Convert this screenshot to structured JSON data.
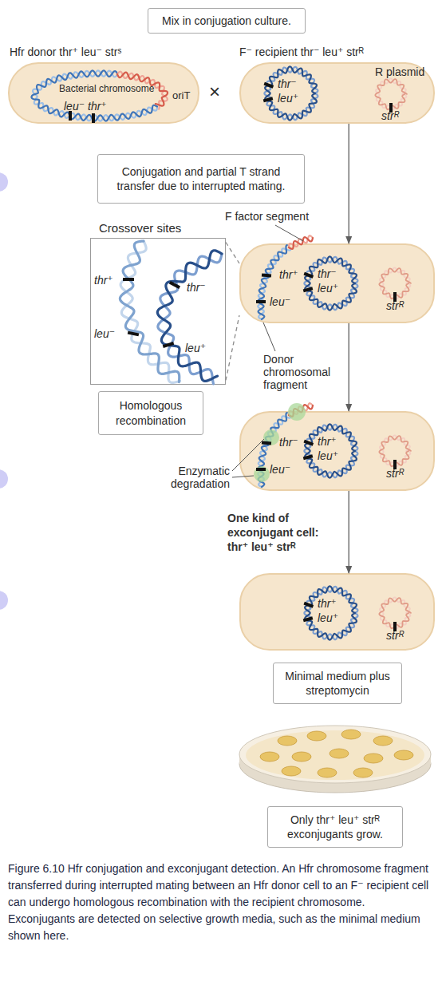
{
  "diagram": {
    "caption": "Figure 6.10 Hfr conjugation and exconjugant detection. An Hfr chromosome fragment transferred during interrupted mating between an Hfr donor cell to an F⁻ recipient cell can undergo homologous recombination with the recipient chromosome. Exconjugants are detected on selective growth media, such as the minimal medium shown here.",
    "nodes": [
      {
        "text": [
          "Mix in conjugation culture."
        ]
      },
      {
        "text": [
          "Hfr donor thr⁺ leu⁻ strˢ",
          "Bacterial chromosome",
          "oriT",
          "leu⁻",
          "thr⁺"
        ]
      },
      {
        "text": [
          "F⁻ recipient thr⁻ leu⁺ strᴿ",
          "R plasmid",
          "thr⁻",
          "leu⁺",
          "strᴿ"
        ]
      },
      {
        "text": [
          "Conjugation and partial T strand transfer due to interrupted mating."
        ]
      },
      {
        "text": [
          "Crossover sites",
          "thr⁺",
          "thr⁻",
          "leu⁻",
          "leu⁺"
        ]
      },
      {
        "text": [
          "F factor segment",
          "thr⁺",
          "thr⁻",
          "leu⁺",
          "leu⁻",
          "strᴿ",
          "Donor chromosomal fragment"
        ]
      },
      {
        "text": [
          "Homologous recombination"
        ]
      },
      {
        "text": [
          "thr⁻",
          "thr⁺",
          "leu⁺",
          "leu⁻",
          "strᴿ",
          "Enzymatic degradation"
        ]
      },
      {
        "text": [
          "thr⁺",
          "leu⁺",
          "strᴿ"
        ]
      },
      {
        "text": [
          "Minimal medium plus streptomycin"
        ]
      },
      {
        "text": [
          "Only thr⁺ leu⁺ strᴿ exconjugants grow."
        ]
      }
    ],
    "edges": [
      {
        "from": 2,
        "to": 5,
        "arrow": "to"
      },
      {
        "from": 5,
        "to": 7,
        "arrow": "to"
      },
      {
        "from": 7,
        "to": 8,
        "label": "One kind of exconjugant cell: thr⁺ leu⁺ strᴿ",
        "arrow": "to"
      },
      {
        "from": 4,
        "to": 5,
        "arrow": "none"
      },
      {
        "from": 4,
        "to": 5,
        "arrow": "none"
      }
    ],
    "labels": [
      "×"
    ]
  }
}
